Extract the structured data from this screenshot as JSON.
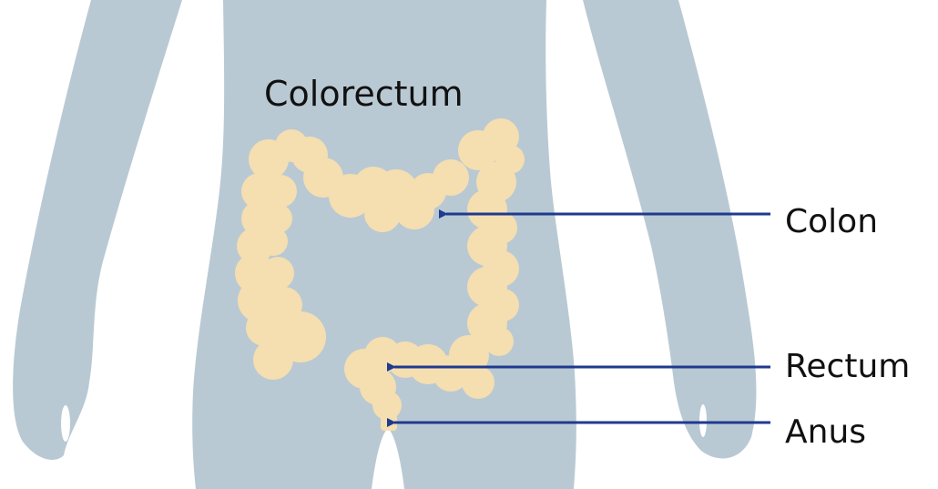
{
  "title": "Colorectum",
  "labels": {
    "colon": "Colon",
    "rectum": "Rectum",
    "anus": "Anus"
  },
  "colors": {
    "body": "#b9c9d3",
    "intestine": "#f5deb0",
    "arrow": "#1f3a8f",
    "text": "#111111"
  }
}
